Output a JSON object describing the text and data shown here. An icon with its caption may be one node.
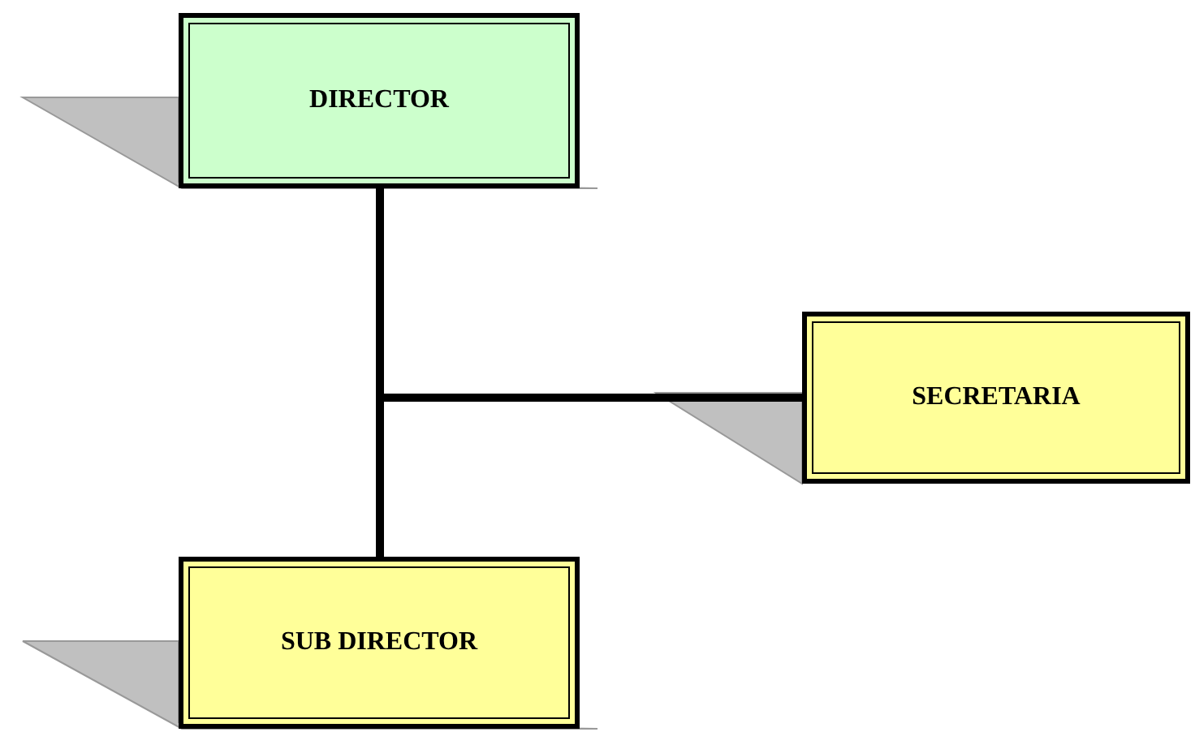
{
  "diagram": {
    "nodes": [
      {
        "text": [
          "DIRECTOR"
        ]
      },
      {
        "text": [
          "SECRETARIA"
        ]
      },
      {
        "text": [
          "SUB DIRECTOR"
        ]
      }
    ],
    "edges": [
      {
        "from": 0,
        "to": 2,
        "arrow": "none"
      },
      {
        "from": 0,
        "to": 1,
        "arrow": "none"
      }
    ]
  }
}
